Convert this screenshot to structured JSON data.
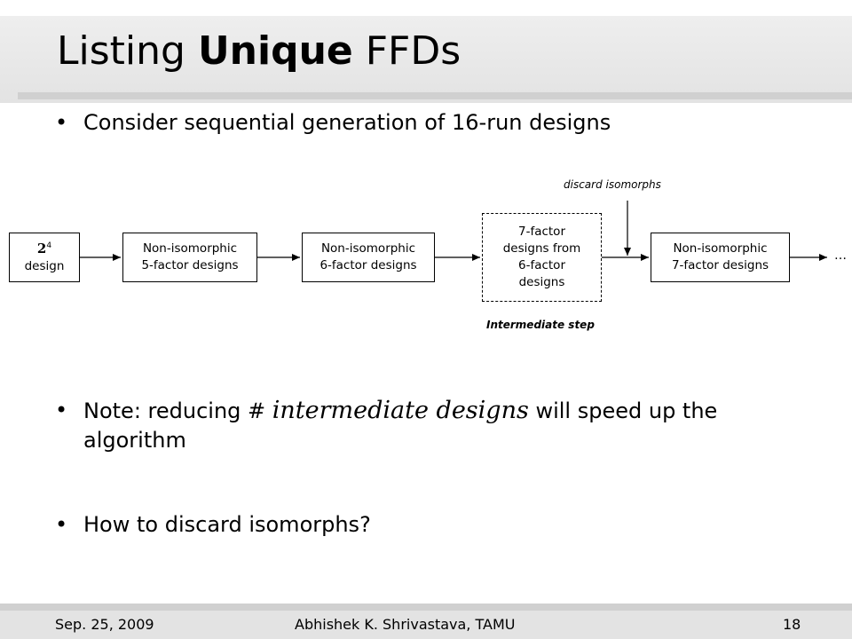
{
  "slide": {
    "title_regular_1": "Listing ",
    "title_bold": "Unique",
    "title_regular_2": " FFDs",
    "bullet_symbol": "•",
    "bullets": [
      {
        "text": "Consider sequential generation of 16-run designs"
      },
      {
        "prefix": "Note: reducing # ",
        "emphasis": "intermediate designs",
        "suffix": " will speed up the algorithm"
      },
      {
        "text": "How to discard isomorphs?"
      }
    ]
  },
  "diagram": {
    "box1": {
      "base": "2",
      "exponent": "4",
      "line2": "design"
    },
    "box2": {
      "line1": "Non-isomorphic",
      "line2": "5-factor designs"
    },
    "box3": {
      "line1": "Non-isomorphic",
      "line2": "6-factor designs"
    },
    "box4": {
      "line1": "7-factor",
      "line2": "designs from",
      "line3": "6-factor",
      "line4": "designs"
    },
    "box5": {
      "line1": "Non-isomorphic",
      "line2": "7-factor designs"
    },
    "ellipsis": "…",
    "discard_label": "discard isomorphs",
    "intermediate_label": "Intermediate step"
  },
  "footer": {
    "date": "Sep. 25, 2009",
    "author": "Abhishek K. Shrivastava, TAMU",
    "page": "18"
  }
}
